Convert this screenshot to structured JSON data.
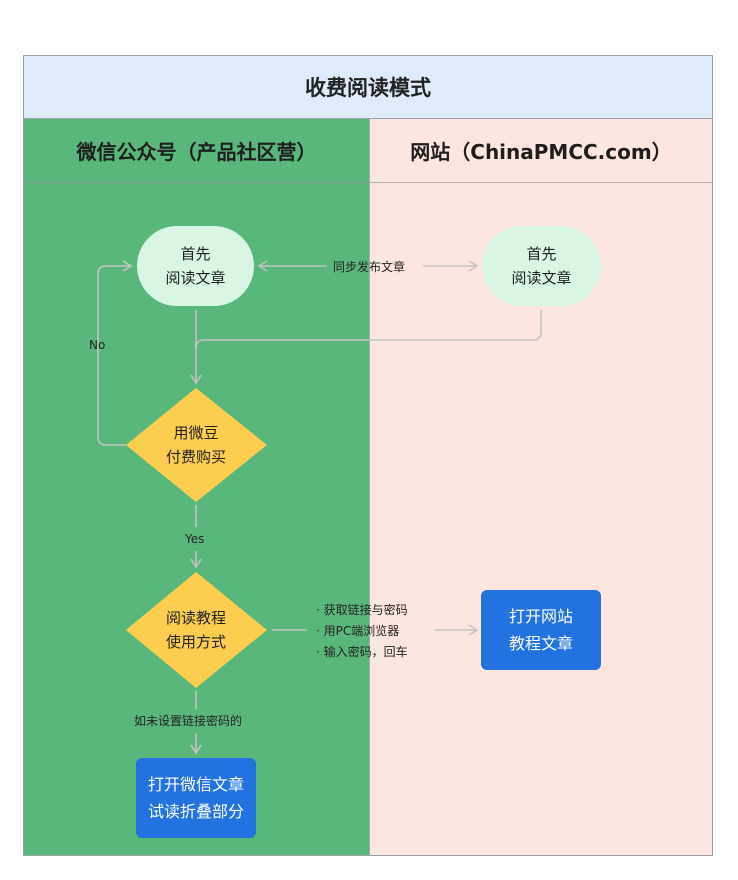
{
  "title": "收费阅读模式",
  "lanes": [
    {
      "name": "微信公众号（产品社区营）",
      "color": "#59b77b"
    },
    {
      "name": "网站（ChinaPMCC.com）",
      "color": "#fee6e0"
    }
  ],
  "nodes": {
    "wechat_read_first": "首先\n阅读文章",
    "site_read_first": "首先\n阅读文章",
    "pay_decision": "用微豆\n付费购买",
    "usage_decision": "阅读教程\n使用方式",
    "open_site_article": "打开网站\n教程文章",
    "open_wechat_trial": "打开微信文章\n试读折叠部分"
  },
  "edges": {
    "sync_publish": "同步发布文章",
    "no": "No",
    "yes": "Yes",
    "no_password": "如未设置链接密码的",
    "site_steps": [
      "获取链接与密码",
      "用PC端浏览器",
      "输入密码，回车"
    ]
  },
  "colors": {
    "header": "#deebfb",
    "pill": "#d8f6e3",
    "diamond": "#fdcd4f",
    "action": "#2272e0",
    "connector": "#c4c4c4"
  }
}
